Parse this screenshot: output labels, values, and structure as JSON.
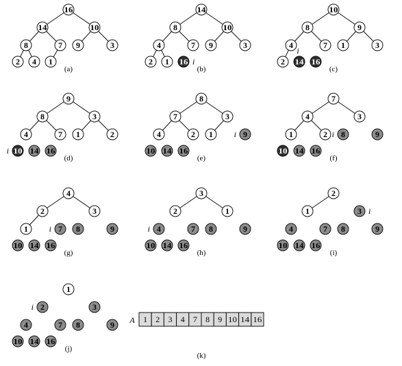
{
  "colors": {
    "stroke": "#111111",
    "unsorted_fill": "#ffffff",
    "sorted_fill": "#8c8c8c",
    "current_fill": "#2e2e2e",
    "array_fill": "#dcdcdc"
  },
  "index_symbol": "i",
  "panels": [
    {
      "caption": "(a)",
      "nodes": [
        {
          "v": "16",
          "s": "u"
        },
        {
          "v": "14",
          "s": "u"
        },
        {
          "v": "10",
          "s": "u"
        },
        {
          "v": "8",
          "s": "u"
        },
        {
          "v": "7",
          "s": "u"
        },
        {
          "v": "9",
          "s": "u"
        },
        {
          "v": "3",
          "s": "u"
        },
        {
          "v": "2",
          "s": "u"
        },
        {
          "v": "4",
          "s": "u"
        },
        {
          "v": "1",
          "s": "u"
        }
      ],
      "edges": [
        [
          0,
          1
        ],
        [
          0,
          2
        ],
        [
          1,
          3
        ],
        [
          1,
          4
        ],
        [
          2,
          5
        ],
        [
          2,
          6
        ],
        [
          3,
          7
        ],
        [
          3,
          8
        ],
        [
          4,
          9
        ]
      ]
    },
    {
      "caption": "(b)",
      "i_node": 9,
      "nodes": [
        {
          "v": "14",
          "s": "u"
        },
        {
          "v": "8",
          "s": "u"
        },
        {
          "v": "10",
          "s": "u"
        },
        {
          "v": "4",
          "s": "u"
        },
        {
          "v": "7",
          "s": "u"
        },
        {
          "v": "9",
          "s": "u"
        },
        {
          "v": "3",
          "s": "u"
        },
        {
          "v": "2",
          "s": "u"
        },
        {
          "v": "1",
          "s": "u"
        },
        {
          "v": "16",
          "s": "c"
        }
      ],
      "edges": [
        [
          0,
          1
        ],
        [
          0,
          2
        ],
        [
          1,
          3
        ],
        [
          1,
          4
        ],
        [
          2,
          5
        ],
        [
          2,
          6
        ],
        [
          3,
          7
        ],
        [
          3,
          8
        ]
      ]
    },
    {
      "caption": "(c)",
      "i_node": 8,
      "nodes": [
        {
          "v": "10",
          "s": "u"
        },
        {
          "v": "8",
          "s": "u"
        },
        {
          "v": "9",
          "s": "u"
        },
        {
          "v": "4",
          "s": "u"
        },
        {
          "v": "7",
          "s": "u"
        },
        {
          "v": "1",
          "s": "u"
        },
        {
          "v": "3",
          "s": "u"
        },
        {
          "v": "2",
          "s": "u"
        },
        {
          "v": "14",
          "s": "c"
        },
        {
          "v": "16",
          "s": "c"
        }
      ],
      "edges": [
        [
          0,
          1
        ],
        [
          0,
          2
        ],
        [
          1,
          3
        ],
        [
          1,
          4
        ],
        [
          2,
          5
        ],
        [
          2,
          6
        ],
        [
          3,
          7
        ]
      ]
    },
    {
      "caption": "(d)",
      "i_node": 7,
      "nodes": [
        {
          "v": "9",
          "s": "u"
        },
        {
          "v": "8",
          "s": "u"
        },
        {
          "v": "3",
          "s": "u"
        },
        {
          "v": "4",
          "s": "u"
        },
        {
          "v": "7",
          "s": "u"
        },
        {
          "v": "1",
          "s": "u"
        },
        {
          "v": "2",
          "s": "u"
        },
        {
          "v": "10",
          "s": "c"
        },
        {
          "v": "14",
          "s": "s"
        },
        {
          "v": "16",
          "s": "s"
        }
      ],
      "edges": [
        [
          0,
          1
        ],
        [
          0,
          2
        ],
        [
          1,
          3
        ],
        [
          1,
          4
        ],
        [
          2,
          5
        ],
        [
          2,
          6
        ]
      ]
    },
    {
      "caption": "(e)",
      "i_node": 6,
      "nodes": [
        {
          "v": "8",
          "s": "u"
        },
        {
          "v": "7",
          "s": "u"
        },
        {
          "v": "3",
          "s": "u"
        },
        {
          "v": "4",
          "s": "u"
        },
        {
          "v": "2",
          "s": "u"
        },
        {
          "v": "1",
          "s": "u"
        },
        {
          "v": "9",
          "s": "s"
        },
        {
          "v": "10",
          "s": "s"
        },
        {
          "v": "14",
          "s": "s"
        },
        {
          "v": "16",
          "s": "s"
        }
      ],
      "edges": [
        [
          0,
          1
        ],
        [
          0,
          2
        ],
        [
          1,
          3
        ],
        [
          1,
          4
        ],
        [
          2,
          5
        ]
      ]
    },
    {
      "caption": "(f)",
      "i_node": 5,
      "nodes": [
        {
          "v": "7",
          "s": "u"
        },
        {
          "v": "4",
          "s": "u"
        },
        {
          "v": "3",
          "s": "u"
        },
        {
          "v": "1",
          "s": "u"
        },
        {
          "v": "2",
          "s": "u"
        },
        {
          "v": "8",
          "s": "s"
        },
        {
          "v": "9",
          "s": "s"
        },
        {
          "v": "10",
          "s": "c"
        },
        {
          "v": "14",
          "s": "s"
        },
        {
          "v": "16",
          "s": "s"
        }
      ],
      "edges": [
        [
          0,
          1
        ],
        [
          0,
          2
        ],
        [
          1,
          3
        ],
        [
          1,
          4
        ]
      ]
    },
    {
      "caption": "(g)",
      "i_node": 4,
      "nodes": [
        {
          "v": "4",
          "s": "u"
        },
        {
          "v": "2",
          "s": "u"
        },
        {
          "v": "3",
          "s": "u"
        },
        {
          "v": "1",
          "s": "u"
        },
        {
          "v": "7",
          "s": "s"
        },
        {
          "v": "8",
          "s": "s"
        },
        {
          "v": "9",
          "s": "s"
        },
        {
          "v": "10",
          "s": "s"
        },
        {
          "v": "14",
          "s": "s"
        },
        {
          "v": "16",
          "s": "s"
        }
      ],
      "edges": [
        [
          0,
          1
        ],
        [
          0,
          2
        ],
        [
          1,
          3
        ]
      ]
    },
    {
      "caption": "(h)",
      "i_node": 3,
      "nodes": [
        {
          "v": "3",
          "s": "u"
        },
        {
          "v": "2",
          "s": "u"
        },
        {
          "v": "1",
          "s": "u"
        },
        {
          "v": "4",
          "s": "s"
        },
        {
          "v": "7",
          "s": "s"
        },
        {
          "v": "8",
          "s": "s"
        },
        {
          "v": "9",
          "s": "s"
        },
        {
          "v": "10",
          "s": "s"
        },
        {
          "v": "14",
          "s": "s"
        },
        {
          "v": "16",
          "s": "s"
        }
      ],
      "edges": [
        [
          0,
          1
        ],
        [
          0,
          2
        ]
      ]
    },
    {
      "caption": "(i)",
      "i_node": 2,
      "nodes": [
        {
          "v": "2",
          "s": "u"
        },
        {
          "v": "1",
          "s": "u"
        },
        {
          "v": "3",
          "s": "s"
        },
        {
          "v": "4",
          "s": "s"
        },
        {
          "v": "7",
          "s": "s"
        },
        {
          "v": "8",
          "s": "s"
        },
        {
          "v": "9",
          "s": "s"
        },
        {
          "v": "10",
          "s": "s"
        },
        {
          "v": "14",
          "s": "s"
        },
        {
          "v": "16",
          "s": "s"
        }
      ],
      "edges": [
        [
          0,
          1
        ]
      ]
    },
    {
      "caption": "(j)",
      "i_node": 1,
      "nodes": [
        {
          "v": "1",
          "s": "u"
        },
        {
          "v": "2",
          "s": "s"
        },
        {
          "v": "3",
          "s": "s"
        },
        {
          "v": "4",
          "s": "s"
        },
        {
          "v": "7",
          "s": "s"
        },
        {
          "v": "8",
          "s": "s"
        },
        {
          "v": "9",
          "s": "s"
        },
        {
          "v": "10",
          "s": "s"
        },
        {
          "v": "14",
          "s": "s"
        },
        {
          "v": "16",
          "s": "s"
        }
      ],
      "edges": []
    }
  ],
  "array": {
    "label": "A",
    "values": [
      "1",
      "2",
      "3",
      "4",
      "7",
      "8",
      "9",
      "10",
      "14",
      "16"
    ],
    "caption": "(k)"
  }
}
